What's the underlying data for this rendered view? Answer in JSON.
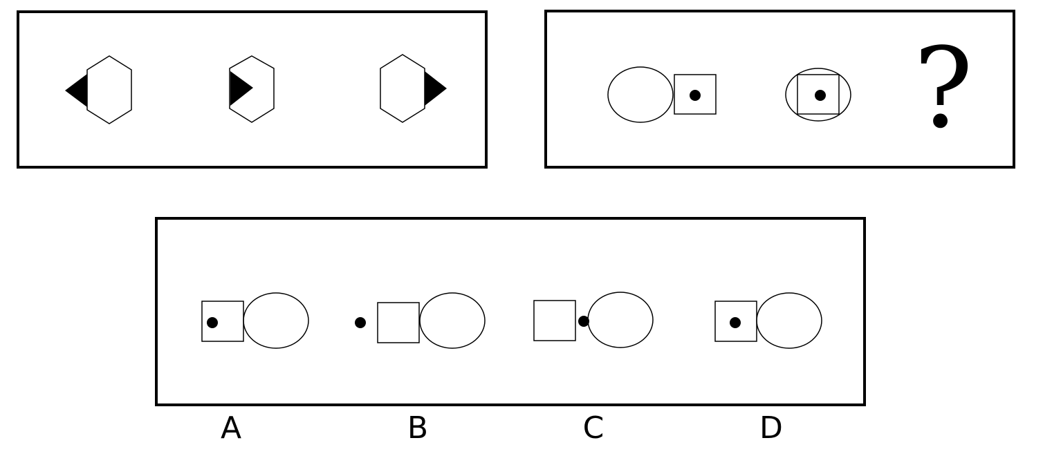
{
  "question_mark": "?",
  "options": [
    {
      "label": "A"
    },
    {
      "label": "B"
    },
    {
      "label": "C"
    },
    {
      "label": "D"
    }
  ],
  "colors": {
    "stroke": "#000000",
    "fill": "#000000",
    "background": "#ffffff"
  }
}
